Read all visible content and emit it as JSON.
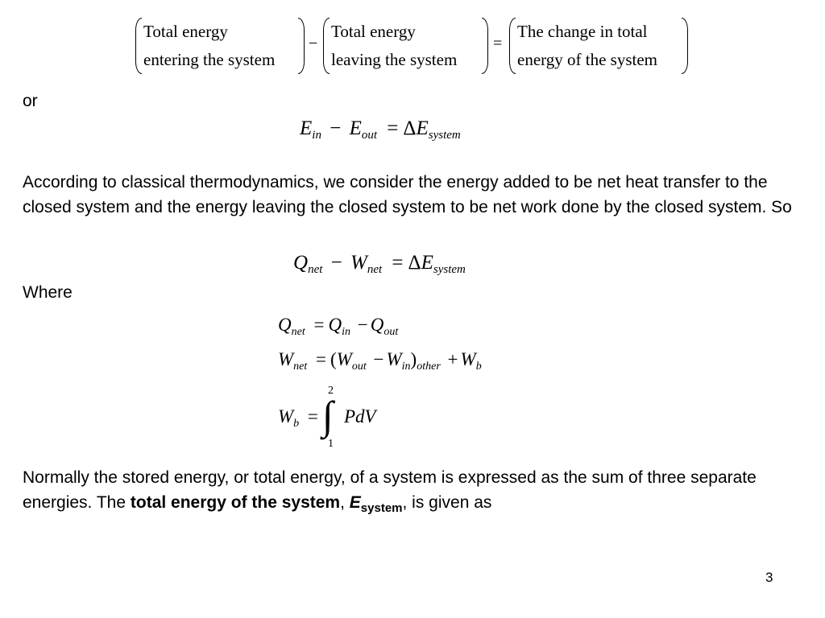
{
  "word_equation": {
    "term1_line1": "Total energy",
    "term1_line2": "entering the system",
    "minus": "−",
    "term2_line1": "Total energy",
    "term2_line2": "leaving the system",
    "equals": "=",
    "term3_line1": "The change in total",
    "term3_line2": "energy of the system"
  },
  "or_text": "or",
  "eq1": {
    "E": "E",
    "in": "in",
    "minus": "−",
    "E2": "E",
    "out": "out",
    "equals": "=",
    "delta": "Δ",
    "E3": "E",
    "system": "system"
  },
  "paragraph1": "According to classical thermodynamics, we consider the energy added to be net heat transfer to the closed system and the energy leaving the closed system to be net work done by the closed system.  So",
  "eq2": {
    "Q": "Q",
    "net": "net",
    "minus": "−",
    "W": "W",
    "net2": "net",
    "equals": "=",
    "delta": "Δ",
    "E": "E",
    "system": "system"
  },
  "where_text": "Where",
  "eq3": {
    "Q": "Q",
    "net": "net",
    "equals": "=",
    "Q2": "Q",
    "in": "in",
    "minus": "−",
    "Q3": "Q",
    "out": "out"
  },
  "eq4": {
    "W": "W",
    "net": "net",
    "equals": "=",
    "open": "(",
    "W2": "W",
    "out": "out",
    "minus": "−",
    "W3": "W",
    "in": "in",
    "close": ")",
    "other": "other",
    "plus": "+",
    "W4": "W",
    "b": "b"
  },
  "eq5": {
    "W": "W",
    "b": "b",
    "equals": "=",
    "integral": "∫",
    "upper": "2",
    "lower": "1",
    "integrand": "PdV"
  },
  "paragraph2": {
    "part1": "Normally the stored energy, or total energy, of a system is expressed as the sum of three separate energies.  The ",
    "bold": "total energy of the system",
    "comma": ", ",
    "E": "E",
    "sub": "system",
    "part2": ", is given as"
  },
  "page_number": "3"
}
